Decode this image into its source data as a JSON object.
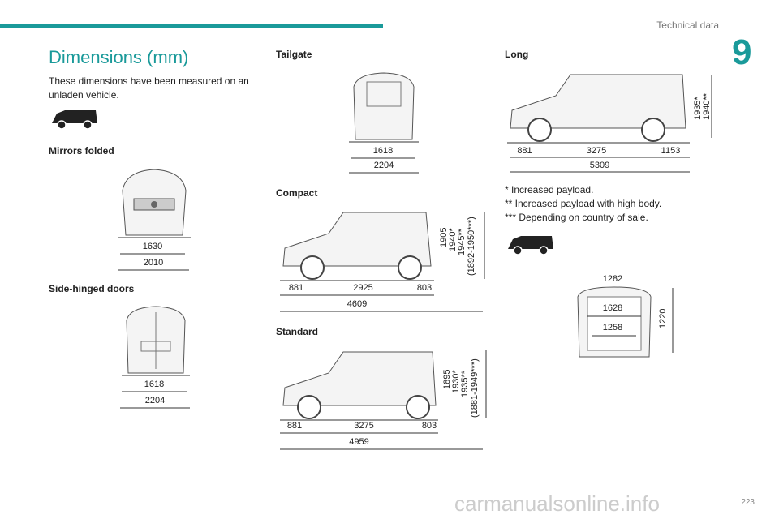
{
  "header": {
    "section": "Technical data",
    "chapter": "9"
  },
  "title": "Dimensions (mm)",
  "intro": "These dimensions have been measured on an unladen vehicle.",
  "mirrors": {
    "heading": "Mirrors folded",
    "d1": "1630",
    "d2": "2010"
  },
  "side": {
    "heading": "Side-hinged doors",
    "d1": "1618",
    "d2": "2204"
  },
  "tailgate": {
    "heading": "Tailgate",
    "d1": "1618",
    "d2": "2204"
  },
  "compact": {
    "heading": "Compact",
    "front": "881",
    "wheelbase": "2925",
    "rear": "803",
    "length": "4609",
    "h1": "1905",
    "h2": "1940*",
    "h3": "1945**",
    "h4": "(1892-1950***)"
  },
  "standard": {
    "heading": "Standard",
    "front": "881",
    "wheelbase": "3275",
    "rear": "803",
    "length": "4959",
    "h1": "1895",
    "h2": "1930*",
    "h3": "1935**",
    "h4": "(1881-1949***)"
  },
  "long": {
    "heading": "Long",
    "front": "881",
    "wheelbase": "3275",
    "rear": "1153",
    "length": "5309",
    "h1": "1935*",
    "h2": "1940**"
  },
  "notes": [
    "* Increased payload.",
    "** Increased payload with high body.",
    "*** Depending on country of sale."
  ],
  "cargo": {
    "top": "1282",
    "mid": "1628",
    "bottom": "1258",
    "height": "1220"
  },
  "page_number": "223",
  "watermark": "carmanualsonline.info",
  "colors": {
    "accent": "#1a9a9a"
  }
}
